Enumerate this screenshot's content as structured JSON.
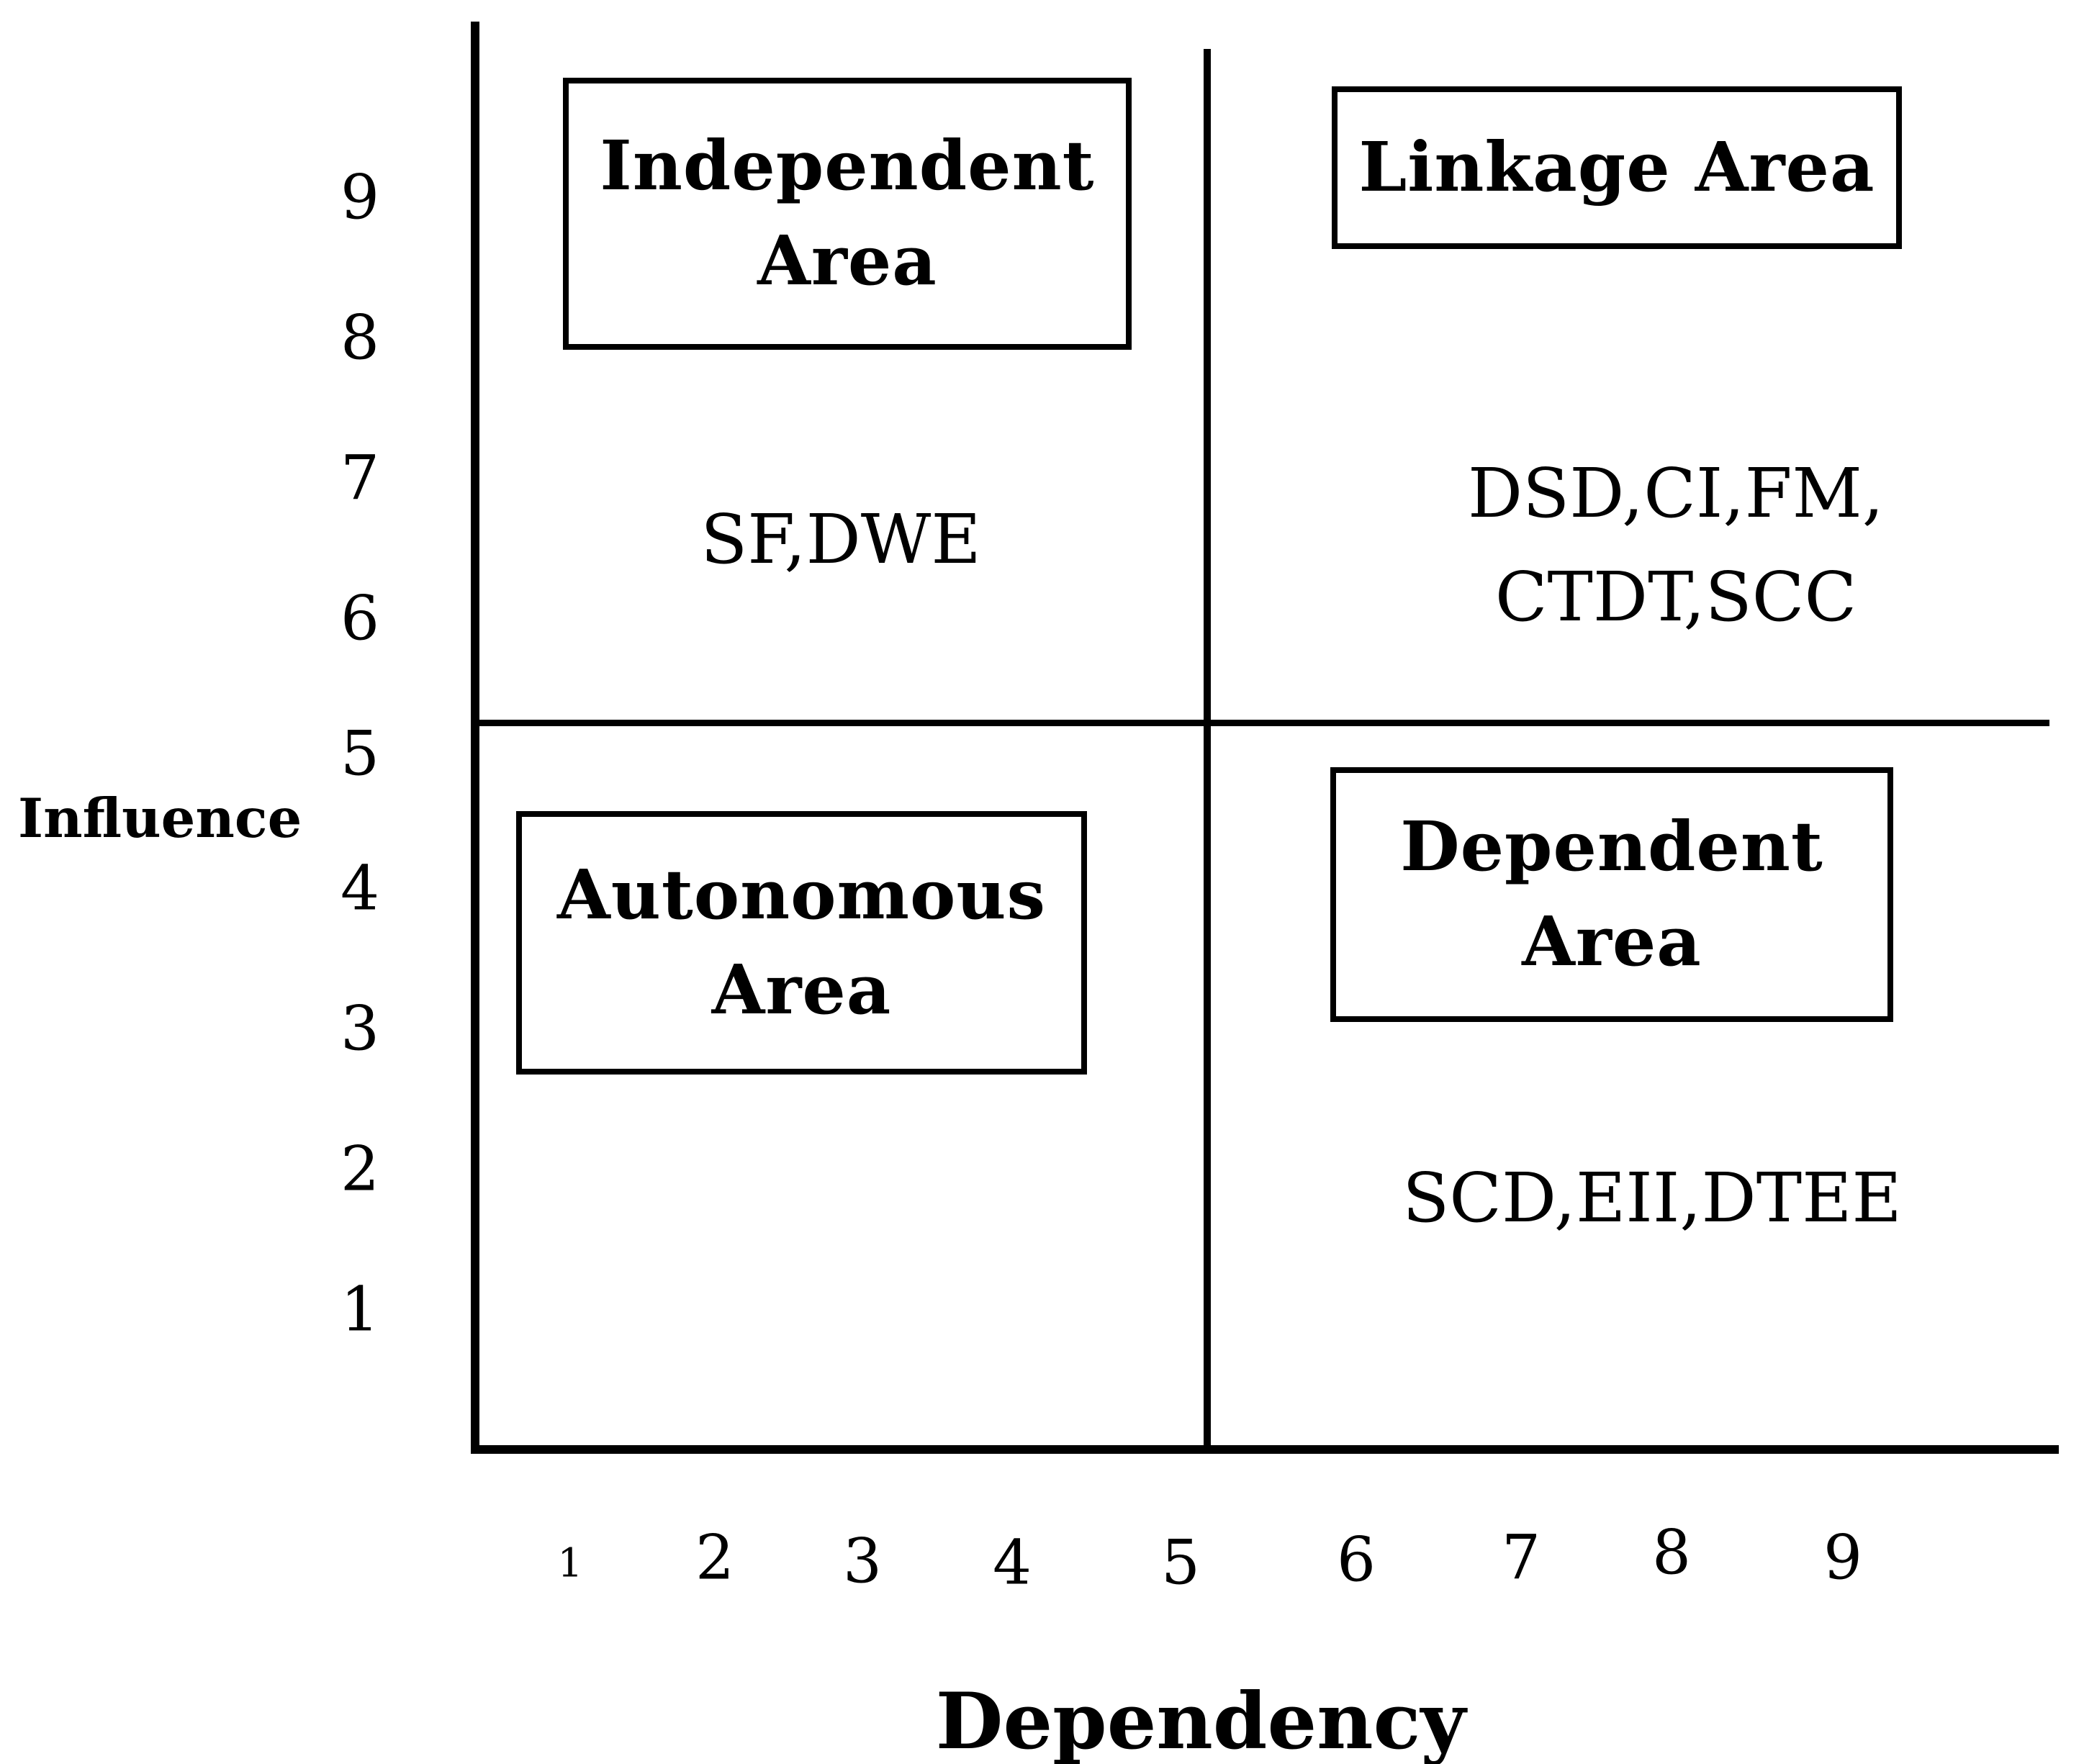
{
  "figure": {
    "y_axis_label": "Influence",
    "x_axis_label": "Dependency",
    "y_ticks": [
      "9",
      "8",
      "7",
      "6",
      "5",
      "4",
      "3",
      "2",
      "1"
    ],
    "x_ticks": [
      "1",
      "2",
      "3",
      "4",
      "5",
      "6",
      "7",
      "8",
      "9"
    ],
    "independent_box": {
      "line1": "Independent",
      "line2": "Area"
    },
    "linkage_box": {
      "line1": "Linkage Area"
    },
    "autonomous_box": {
      "line1": "Autonomous",
      "line2": "Area"
    },
    "dependent_box": {
      "line1": "Dependent",
      "line2": "Area"
    },
    "independent_items": "SF,DWE",
    "linkage_items_line1": "DSD,CI,FM,",
    "linkage_items_line2": "CTDT,SCC",
    "dependent_items": "SCD,EII,DTEE",
    "ink_color": "#000000",
    "background_color": "#ffffff"
  },
  "chart_data": {
    "type": "scatter",
    "subtype": "quadrant-matrix",
    "title": "",
    "xlabel": "Dependency",
    "ylabel": "Influence",
    "x_ticks": [
      1,
      2,
      3,
      4,
      5,
      6,
      7,
      8,
      9
    ],
    "y_ticks": [
      1,
      2,
      3,
      4,
      5,
      6,
      7,
      8,
      9
    ],
    "xlim": [
      0,
      10
    ],
    "ylim": [
      0,
      10
    ],
    "grid": false,
    "legend_position": "none",
    "x_divider": 5.5,
    "y_divider": 5.2,
    "quadrants": [
      {
        "name": "Independent Area",
        "position": "top-left",
        "items": [
          "SF",
          "DWE"
        ],
        "items_label": "SF,DWE",
        "approx_item_location": {
          "dependency": 3,
          "influence": 6.5
        }
      },
      {
        "name": "Linkage Area",
        "position": "top-right",
        "items": [
          "DSD",
          "CI",
          "FM",
          "CTDT",
          "SCC"
        ],
        "items_label": "DSD,CI,FM,CTDT,SCC",
        "approx_item_location": {
          "dependency": 8,
          "influence": 7
        }
      },
      {
        "name": "Autonomous Area",
        "position": "bottom-left",
        "items": [],
        "items_label": "",
        "approx_item_location": null
      },
      {
        "name": "Dependent Area",
        "position": "bottom-right",
        "items": [
          "SCD",
          "EII",
          "DTEE"
        ],
        "items_label": "SCD,EII,DTEE",
        "approx_item_location": {
          "dependency": 8,
          "influence": 2
        }
      }
    ]
  }
}
